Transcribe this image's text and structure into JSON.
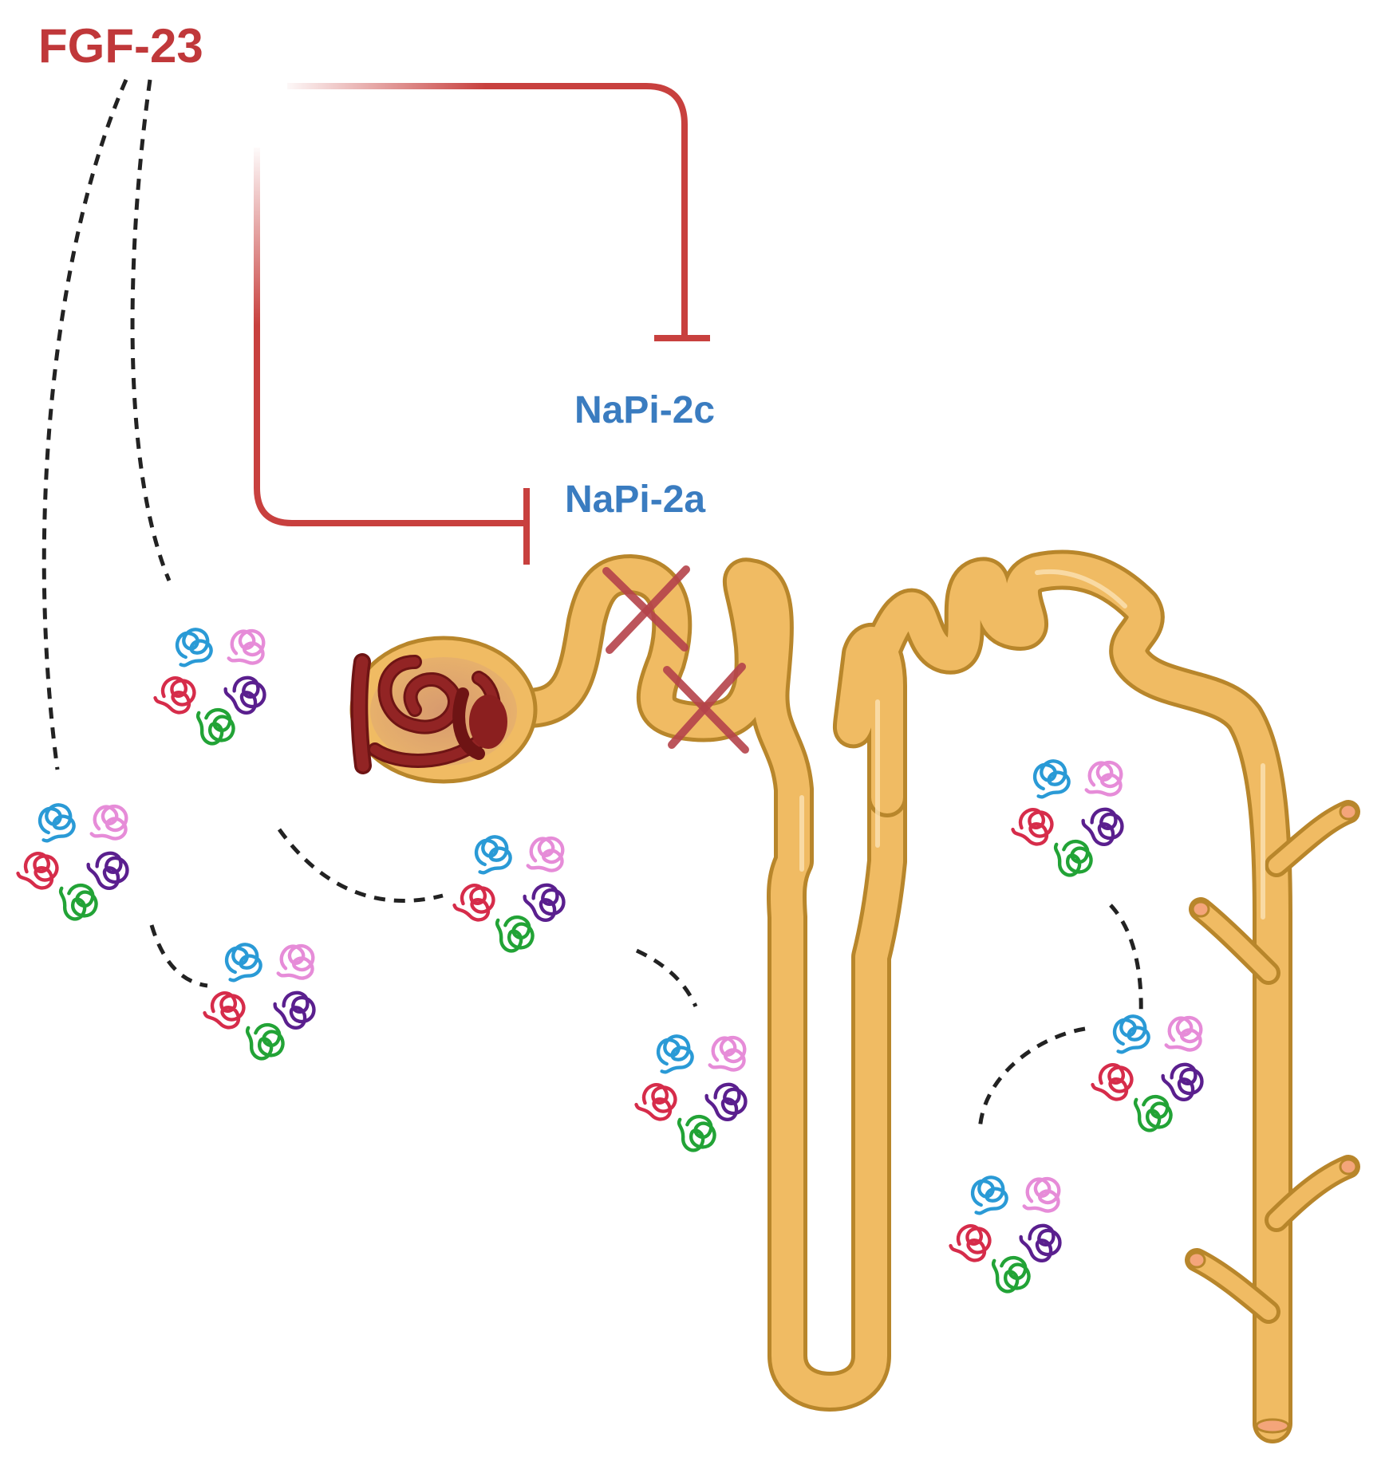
{
  "labels": {
    "hormone": "FGF-23",
    "transporter_c": "NaPi-2c",
    "transporter_a": "NaPi-2a"
  },
  "colors": {
    "hormone_text": "#c0383a",
    "transporter_text": "#3a7cc0",
    "inhibition_line": "#c8403e",
    "nephron_fill": "#f0bb63",
    "nephron_outline": "#b8862b",
    "glomerulus": "#8b1f1f",
    "protein_colors": [
      "#2a9ad6",
      "#e68cd8",
      "#d62c4a",
      "#5a1f8e",
      "#22a336"
    ]
  },
  "icons": {
    "inhibition": "inhibition-arrow-icon",
    "blocked": "cross-mark-icon",
    "protein": "protein-coil-icon"
  }
}
